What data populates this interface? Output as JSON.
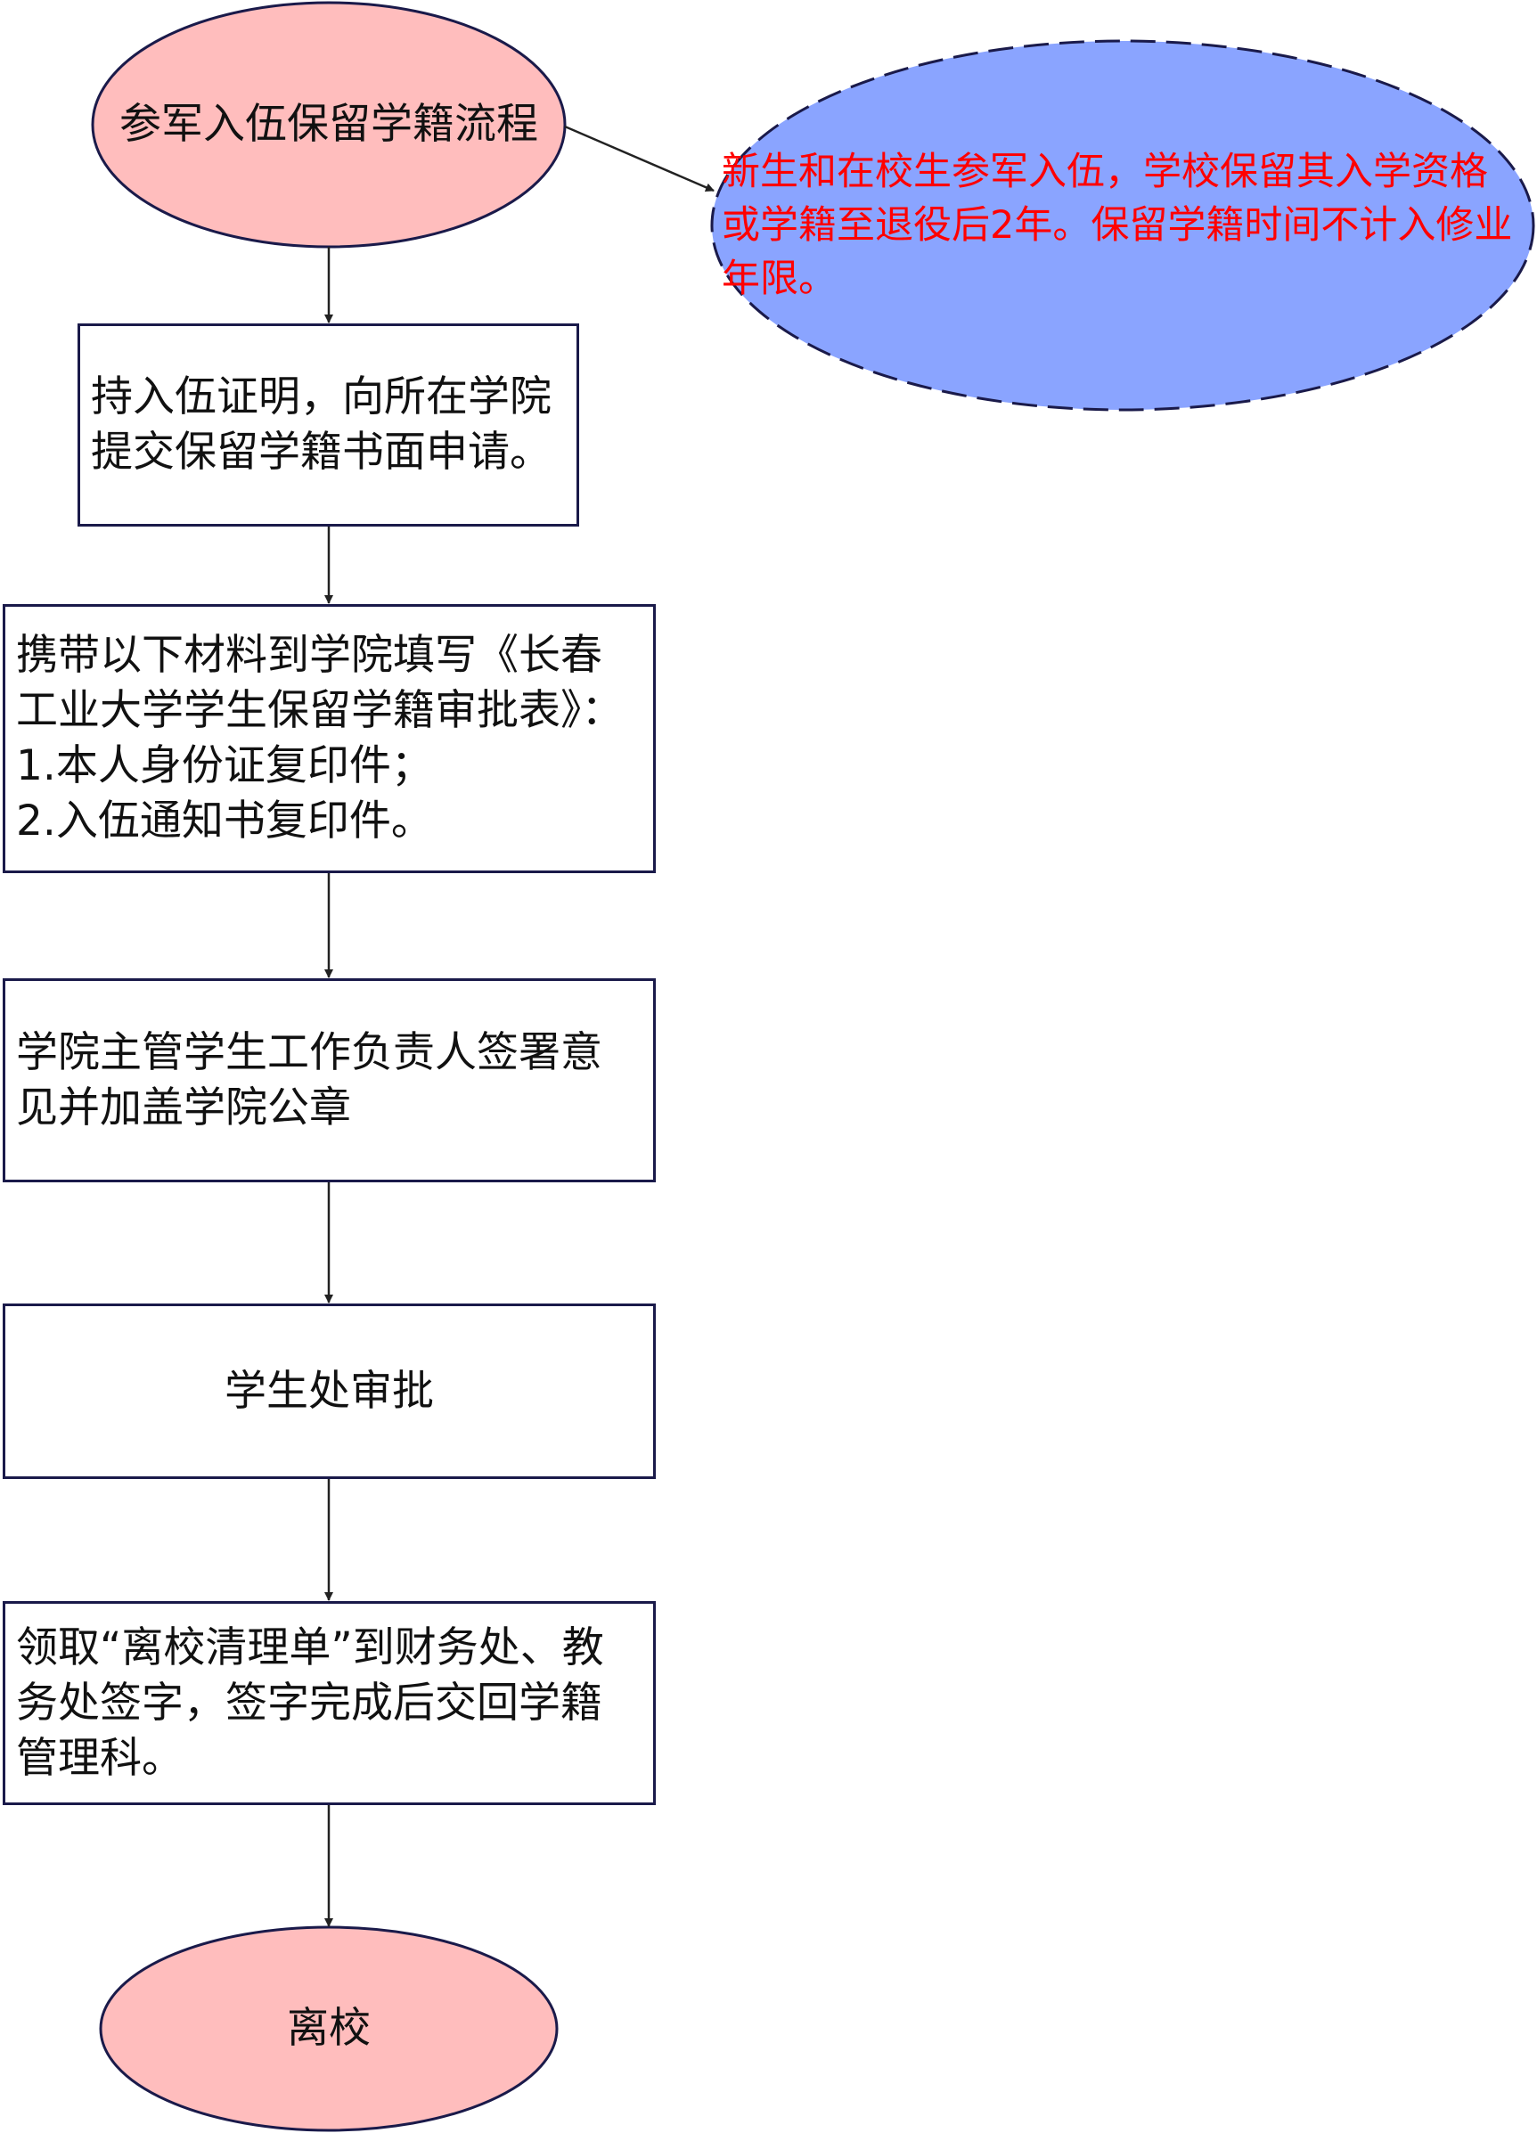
{
  "start": {
    "label": "参军入伍保留学籍流程"
  },
  "note": {
    "text": "新生和在校生参军入伍，学校保留其入学资格或学籍至退役后2年。保留学籍时间不计入修业年限。"
  },
  "steps": [
    {
      "text": "持入伍证明，向所在学院提交保留学籍书面申请。"
    },
    {
      "lines": [
        "携带以下材料到学院填写《长春工业大学学生保留学籍审批表》：",
        "1.本人身份证复印件；",
        "2.入伍通知书复印件。"
      ]
    },
    {
      "text": "学院主管学生工作负责人签署意见并加盖学院公章"
    },
    {
      "text": "学生处审批"
    },
    {
      "text": "领取“离校清理单”到财务处、教务处签字，签字完成后交回学籍管理科。"
    }
  ],
  "end": {
    "label": "离校"
  },
  "colors": {
    "terminal": "#ffbdbd",
    "note_fill": "#8aa4ff",
    "note_text": "#ff0000",
    "stroke": "#1a1a4a"
  }
}
